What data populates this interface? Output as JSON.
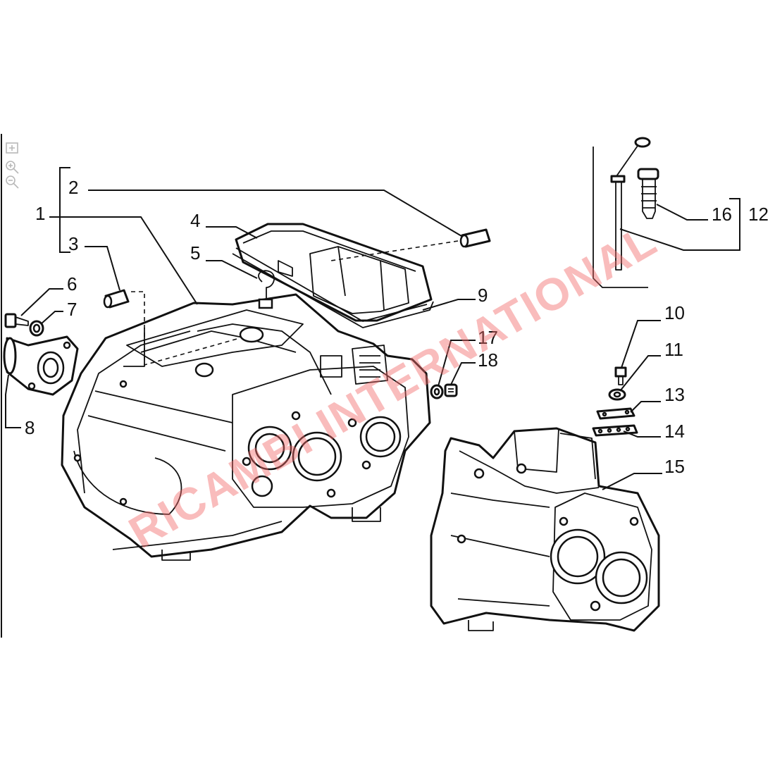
{
  "callouts": {
    "c1": "1",
    "c2": "2",
    "c3": "3",
    "c4": "4",
    "c5": "5",
    "c6": "6",
    "c7": "7",
    "c8": "8",
    "c9": "9",
    "c10": "10",
    "c11": "11",
    "c12": "12",
    "c13": "13",
    "c14": "14",
    "c15": "15",
    "c16": "16",
    "c17": "17",
    "c18": "18"
  },
  "watermark": "RICAMBI INTERNATIONAL",
  "viewer_tools": [
    "fit-screen-icon",
    "zoom-in-icon",
    "zoom-out-icon"
  ],
  "colors": {
    "line": "#111111",
    "watermark": "#f26a6a",
    "toolbar": "#b8b8b8"
  }
}
